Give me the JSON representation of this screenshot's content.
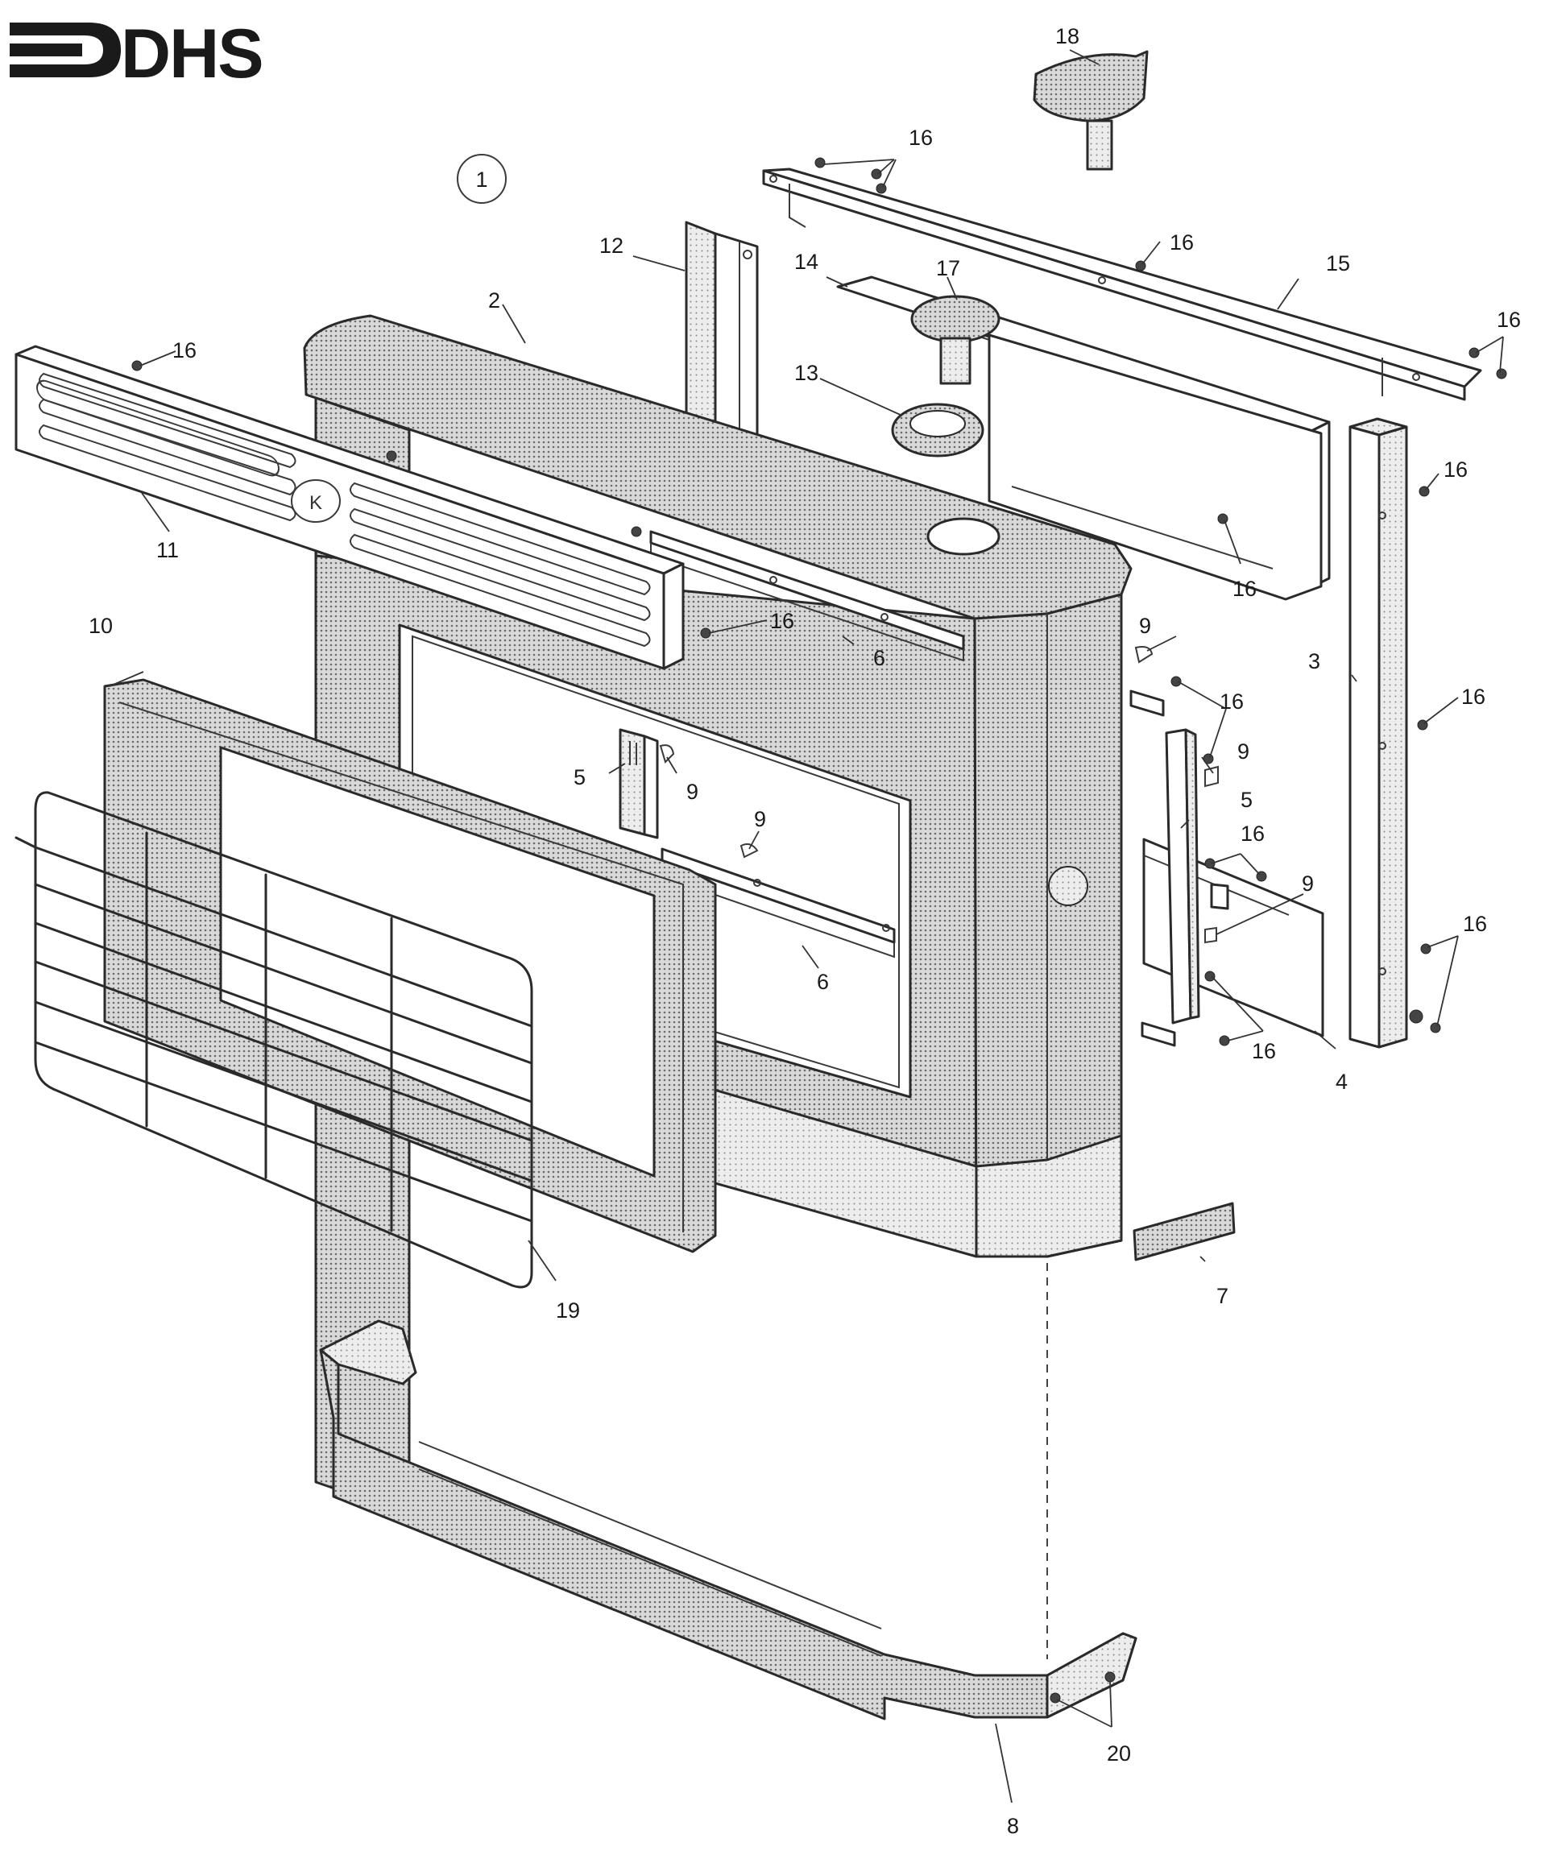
{
  "logo": {
    "text": "DHS"
  },
  "view_number": "1",
  "callouts": {
    "c2": "2",
    "c3": "3",
    "c4": "4",
    "c5a": "5",
    "c5b": "5",
    "c6a": "6",
    "c6b": "6",
    "c7": "7",
    "c8": "8",
    "c9a": "9",
    "c9b": "9",
    "c9c": "9",
    "c9d": "9",
    "c9e": "9",
    "c10": "10",
    "c11": "11",
    "c12": "12",
    "c13": "13",
    "c14": "14",
    "c15": "15",
    "c16a": "16",
    "c16b": "16",
    "c16c": "16",
    "c16d": "16",
    "c16e": "16",
    "c16f": "16",
    "c16g": "16",
    "c16h": "16",
    "c16i": "16",
    "c16j": "16",
    "c16k": "16",
    "c16l": "16",
    "c17": "17",
    "c18": "18",
    "c19": "19",
    "c20": "20"
  }
}
